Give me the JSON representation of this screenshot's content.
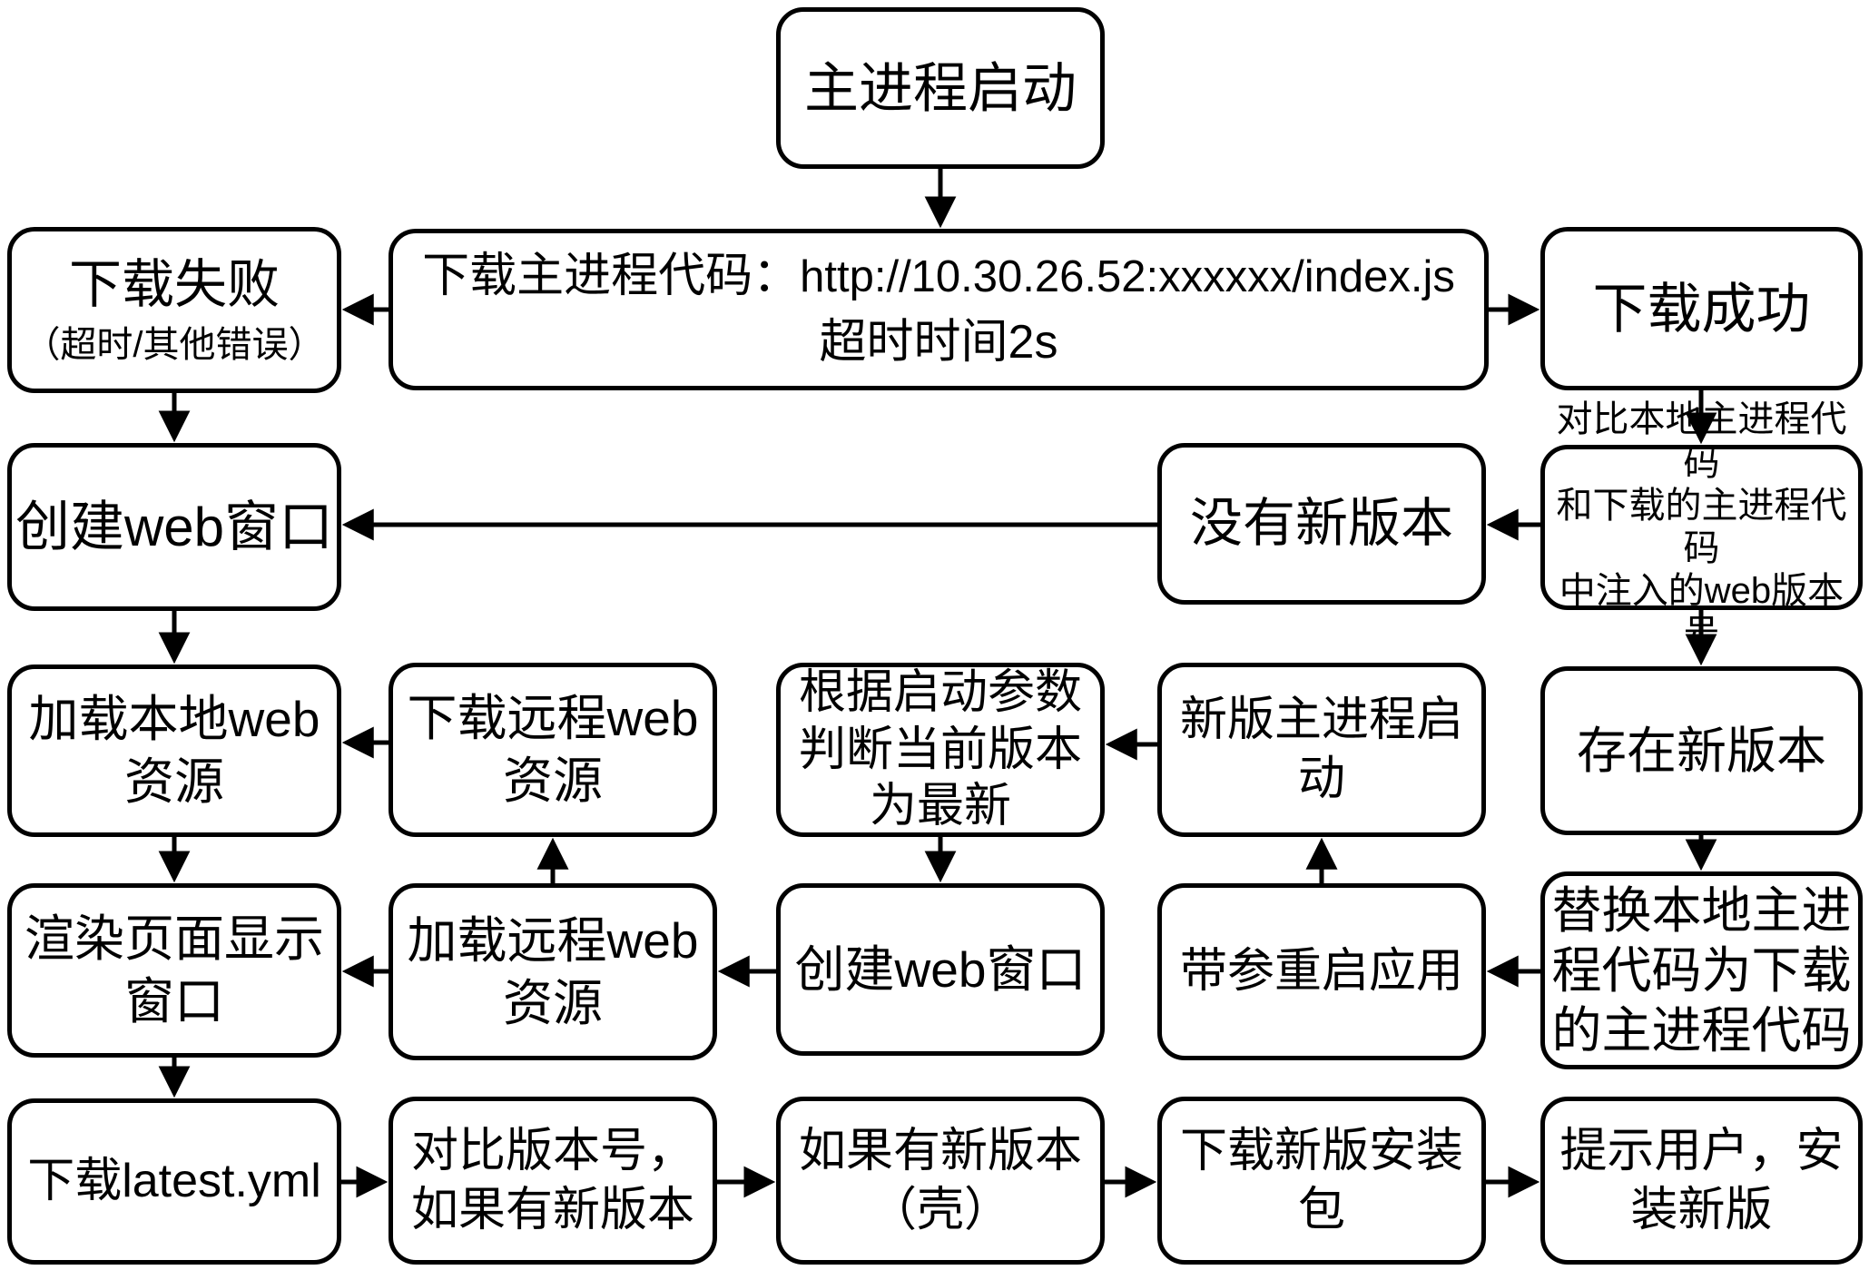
{
  "diagram_type": "flowchart",
  "colors": {
    "stroke": "#000000",
    "background": "#ffffff",
    "text": "#000000"
  },
  "nodes": {
    "start": {
      "lines": [
        "主进程启动"
      ]
    },
    "download_fail": {
      "title": "下载失败",
      "subtitle": "（超时/其他错误）"
    },
    "download_main": {
      "prefix": "下载主进程代码：",
      "url": "http://10.30.26.52:xxxxxx/index.js",
      "line2": "超时时间2s"
    },
    "download_success": {
      "lines": [
        "下载成功"
      ]
    },
    "create_web_window_1": {
      "lines": [
        "创建web窗口"
      ]
    },
    "no_new_version": {
      "lines": [
        "没有新版本"
      ]
    },
    "compare_version": {
      "lines": [
        "对比本地主进程代码",
        "和下载的主进程代码",
        "中注入的web版本号"
      ]
    },
    "load_local_web": {
      "lines": [
        "加载本地web",
        "资源"
      ]
    },
    "download_remote_web": {
      "lines": [
        "下载远程web",
        "资源"
      ]
    },
    "judge_latest": {
      "lines": [
        "根据启动参数",
        "判断当前版本",
        "为最新"
      ]
    },
    "new_main_start": {
      "lines": [
        "新版主进程启",
        "动"
      ]
    },
    "has_new_version": {
      "lines": [
        "存在新版本"
      ]
    },
    "render_page": {
      "lines": [
        "渲染页面显示",
        "窗口"
      ]
    },
    "load_remote_web": {
      "lines": [
        "加载远程web",
        "资源"
      ]
    },
    "create_web_window_2": {
      "lines": [
        "创建web窗口"
      ]
    },
    "restart_with_args": {
      "lines": [
        "带参重启应用"
      ]
    },
    "replace_local_code": {
      "lines": [
        "替换本地主进",
        "程代码为下载",
        "的主进程代码"
      ]
    },
    "download_latest_yml": {
      "lines": [
        "下载latest.yml"
      ]
    },
    "compare_version_number": {
      "lines": [
        "对比版本号，",
        "如果有新版本"
      ]
    },
    "new_shell_version": {
      "lines": [
        "如果有新版本",
        "（壳）"
      ]
    },
    "download_installer": {
      "lines": [
        "下载新版安装",
        "包"
      ]
    },
    "prompt_install": {
      "lines": [
        "提示用户，安",
        "装新版"
      ]
    }
  },
  "edges": [
    {
      "from": "start",
      "to": "download_main"
    },
    {
      "from": "download_main",
      "to": "download_fail"
    },
    {
      "from": "download_main",
      "to": "download_success"
    },
    {
      "from": "download_fail",
      "to": "create_web_window_1"
    },
    {
      "from": "download_success",
      "to": "compare_version"
    },
    {
      "from": "compare_version",
      "to": "no_new_version"
    },
    {
      "from": "no_new_version",
      "to": "create_web_window_1"
    },
    {
      "from": "compare_version",
      "to": "has_new_version"
    },
    {
      "from": "has_new_version",
      "to": "replace_local_code"
    },
    {
      "from": "replace_local_code",
      "to": "restart_with_args"
    },
    {
      "from": "restart_with_args",
      "to": "new_main_start"
    },
    {
      "from": "new_main_start",
      "to": "judge_latest"
    },
    {
      "from": "judge_latest",
      "to": "create_web_window_2"
    },
    {
      "from": "create_web_window_2",
      "to": "load_remote_web"
    },
    {
      "from": "load_remote_web",
      "to": "download_remote_web"
    },
    {
      "from": "download_remote_web",
      "to": "load_local_web"
    },
    {
      "from": "load_remote_web",
      "to": "render_page"
    },
    {
      "from": "create_web_window_1",
      "to": "load_local_web"
    },
    {
      "from": "load_local_web",
      "to": "render_page"
    },
    {
      "from": "render_page",
      "to": "download_latest_yml"
    },
    {
      "from": "download_latest_yml",
      "to": "compare_version_number"
    },
    {
      "from": "compare_version_number",
      "to": "new_shell_version"
    },
    {
      "from": "new_shell_version",
      "to": "download_installer"
    },
    {
      "from": "download_installer",
      "to": "prompt_install"
    }
  ]
}
